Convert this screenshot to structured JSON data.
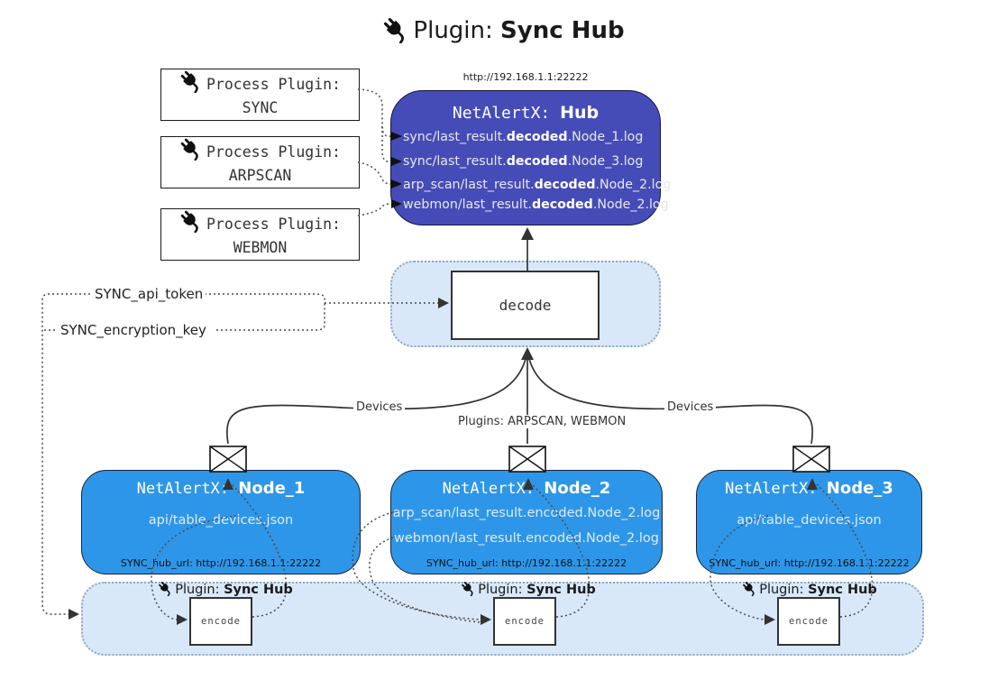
{
  "title": {
    "prefix": "Plugin: ",
    "bold": "Sync Hub"
  },
  "colors": {
    "hub_bg": "#454CB8",
    "node_bg": "#2E96E8",
    "band_bg": "#D9E8F9",
    "line": "#333333"
  },
  "icons": {
    "plug": "plug-icon",
    "envelope": "envelope-icon"
  },
  "process_plugins": [
    {
      "label": "Process Plugin:",
      "name": "SYNC"
    },
    {
      "label": "Process Plugin:",
      "name": "ARPSCAN"
    },
    {
      "label": "Process Plugin:",
      "name": "WEBMON"
    }
  ],
  "hub": {
    "url": "http://192.168.1.1:22222",
    "title_prefix": "NetAlertX: ",
    "title_bold": "Hub",
    "lines": [
      {
        "pre": "sync/last_result.",
        "bold": "decoded",
        "post": ".Node_1.log"
      },
      {
        "pre": "sync/last_result.",
        "bold": "decoded",
        "post": ".Node_3.log"
      },
      {
        "pre": "arp_scan/last_result.",
        "bold": "decoded",
        "post": ".Node_2.log"
      },
      {
        "pre": "webmon/last_result.",
        "bold": "decoded",
        "post": ".Node_2.log"
      }
    ]
  },
  "decode": {
    "label": "decode"
  },
  "config": {
    "api_token": "SYNC_api_token",
    "encryption_key": "SYNC_encryption_key"
  },
  "edges": {
    "devices_left": "Devices",
    "plugins_mid": "Plugins: ARPSCAN, WEBMON",
    "devices_right": "Devices"
  },
  "nodes": [
    {
      "title_prefix": "NetAlertX: ",
      "title_bold": "Node_1",
      "lines": [
        "api/table_devices.json"
      ],
      "hub_url": "SYNC_hub_url: http://192.168.1.1:22222"
    },
    {
      "title_prefix": "NetAlertX: ",
      "title_bold": "Node_2",
      "lines": [
        "arp_scan/last_result.encoded.Node_2.log",
        "webmon/last_result.encoded.Node_2.log"
      ],
      "hub_url": "SYNC_hub_url: http://192.168.1.1:22222"
    },
    {
      "title_prefix": "NetAlertX: ",
      "title_bold": "Node_3",
      "lines": [
        "api/table_devices.json"
      ],
      "hub_url": "SYNC_hub_url: http://192.168.1.1:22222"
    }
  ],
  "encoders": [
    {
      "label_prefix": "Plugin: ",
      "label_bold": "Sync Hub",
      "box": "encode"
    },
    {
      "label_prefix": "Plugin: ",
      "label_bold": "Sync Hub",
      "box": "encode"
    },
    {
      "label_prefix": "Plugin: ",
      "label_bold": "Sync Hub",
      "box": "encode"
    }
  ]
}
